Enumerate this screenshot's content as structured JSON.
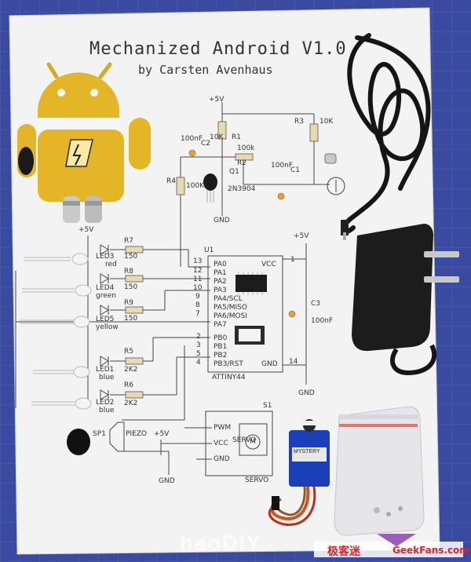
{
  "schematic": {
    "title": "Mechanized Android V1.0",
    "author": "by Carsten Avenhaus",
    "labels": {
      "vcc_top": "+5V",
      "r1": "R1",
      "r1_val": "10K",
      "r3": "R3",
      "r3_val": "10K",
      "c2": "C2",
      "c2_val": "100nF",
      "r2": "R2",
      "r2_val": "100k",
      "c1": "C1",
      "c1_val": "100nF",
      "q1": "Q1",
      "q1_part": "2N3904",
      "r4": "R4",
      "r4_val": "100K",
      "gnd1": "GND",
      "vcc_leds": "+5V",
      "r7": "R7",
      "r7_val": "150",
      "led3": "LED3",
      "led3_color": "red",
      "r8": "R8",
      "r8_val": "150",
      "led4": "LED4",
      "led4_color": "green",
      "r9": "R9",
      "r9_val": "150",
      "led5": "LED5",
      "led5_color": "yellow",
      "r5": "R5",
      "r5_val": "2K2",
      "led1": "LED1",
      "led1_color": "blue",
      "r6": "R6",
      "r6_val": "2K2",
      "led2": "LED2",
      "led2_color": "blue",
      "u1": "U1",
      "pins_left": [
        "PA0",
        "PA1",
        "PA2",
        "PA3",
        "PA4/SCL",
        "PA5/MISO",
        "PA6/MOSI",
        "PA7"
      ],
      "pin_nums_left": [
        "13",
        "12",
        "11",
        "10",
        "9",
        "8",
        "7"
      ],
      "pins_b": [
        "PB0",
        "PB1",
        "PB2",
        "PB3/RST"
      ],
      "pin_nums_b": [
        "2",
        "3",
        "5",
        "4"
      ],
      "vcc_pin": "VCC",
      "gnd_pin": "GND",
      "pin1": "1",
      "pin14": "14",
      "chip": "ATTINY44",
      "vcc_u1": "+5V",
      "c3": "C3",
      "c3_val": "100nF",
      "gnd_u1": "GND",
      "sp1": "SP1",
      "piezo": "PIEZO",
      "vcc_servo": "+5V",
      "s1": "S1",
      "pwm": "PWM",
      "vcc_s": "VCC",
      "gnd_s": "GND",
      "servo": "SERVO",
      "servo_ref": "SERVO",
      "motor": "M",
      "gnd_bottom": "GND"
    }
  },
  "watermarks": {
    "left": "haoDIY",
    "left_suffix": ".net",
    "right_cn": "极客迷",
    "right_site": "GeekFans.com"
  },
  "servo_brand": "MYSTERY",
  "colors": {
    "mat": "#3a4aa0",
    "paper": "#f2f2f2",
    "android": "#e4b526",
    "cable": "#151515",
    "servo_blue": "#1a3fb8",
    "watermark_red": "#d8262a"
  }
}
